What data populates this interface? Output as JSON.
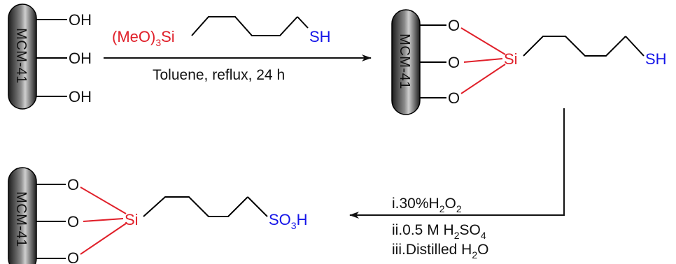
{
  "support_label": "MCM-41",
  "groups": {
    "oh": "OH",
    "o": "O",
    "si": "Si",
    "sh": "SH"
  },
  "reagent": {
    "prefix": "(MeO)",
    "sub": "3",
    "suffix": "Si"
  },
  "step1": {
    "conditions": "Toluene, reflux, 24 h"
  },
  "product_final": {
    "so3h_a": "SO",
    "so3h_sub": "3",
    "so3h_b": "H"
  },
  "step2": {
    "line1_a": "i.30%H",
    "line1_sub1": "2",
    "line1_b": "O",
    "line1_sub2": "2",
    "line2_a": "ii.0.5 M H",
    "line2_sub1": "2",
    "line2_b": "SO",
    "line2_sub2": "4",
    "line3_a": "iii.Distilled H",
    "line3_sub1": "2",
    "line3_b": "O"
  },
  "colors": {
    "bond_red": "#e0202a",
    "thiol_blue": "#1515e8",
    "pill_dark": "#2a2a2a"
  }
}
